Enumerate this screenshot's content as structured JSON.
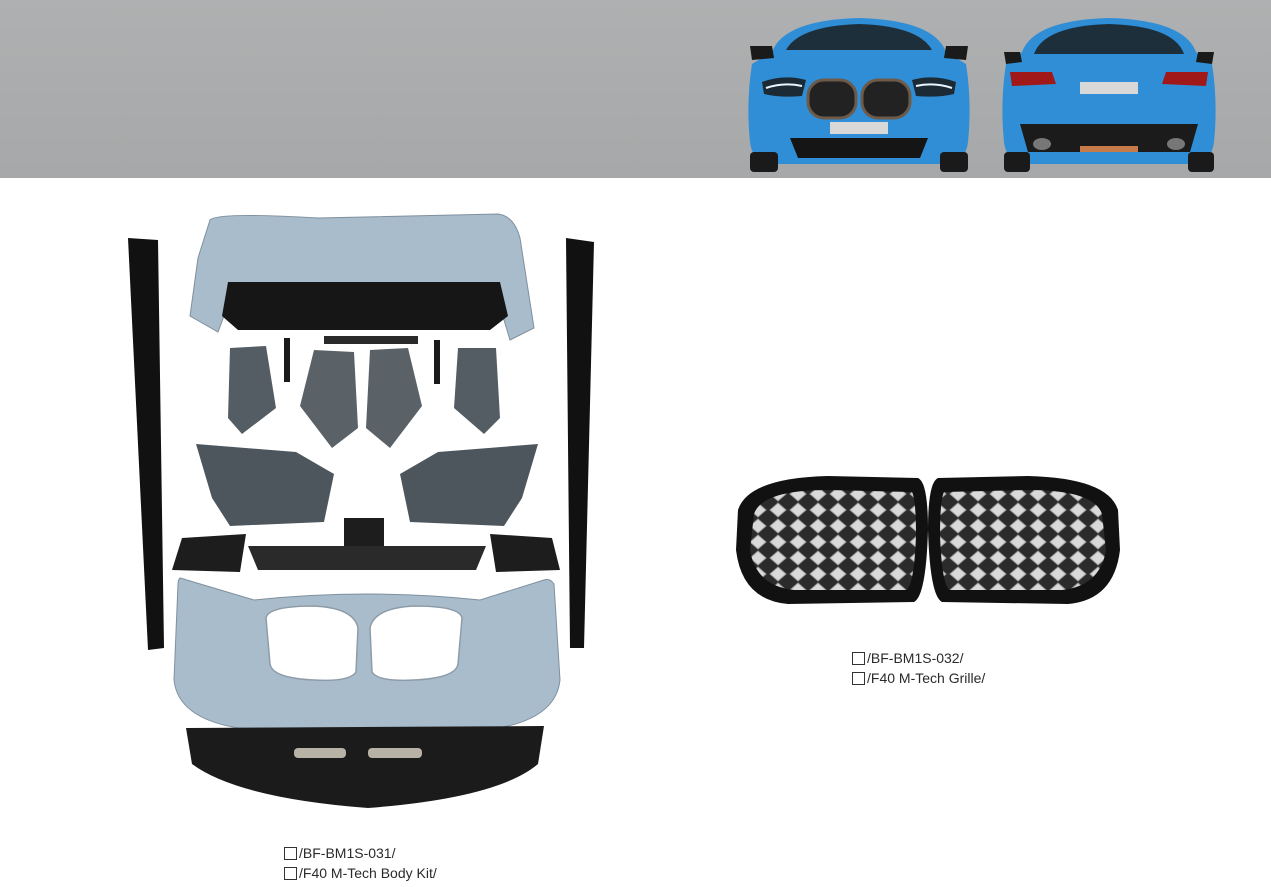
{
  "header": {
    "images": [
      {
        "name": "car-front-view",
        "subject": "blue hatchback front view"
      },
      {
        "name": "car-rear-view",
        "subject": "blue hatchback rear view"
      }
    ]
  },
  "products": [
    {
      "checkbox": "☐",
      "code": "/BF-BM1S-031/",
      "title": "/F40 M-Tech Body Kit/"
    },
    {
      "checkbox": "☐",
      "code": "/BF-BM1S-032/",
      "title": "/F40 M-Tech Grille/"
    }
  ],
  "colors": {
    "header_band": "#aaacad",
    "car_blue": "#2f8ed6",
    "primer_grey": "#a9bccb",
    "gloss_black": "#141414"
  }
}
